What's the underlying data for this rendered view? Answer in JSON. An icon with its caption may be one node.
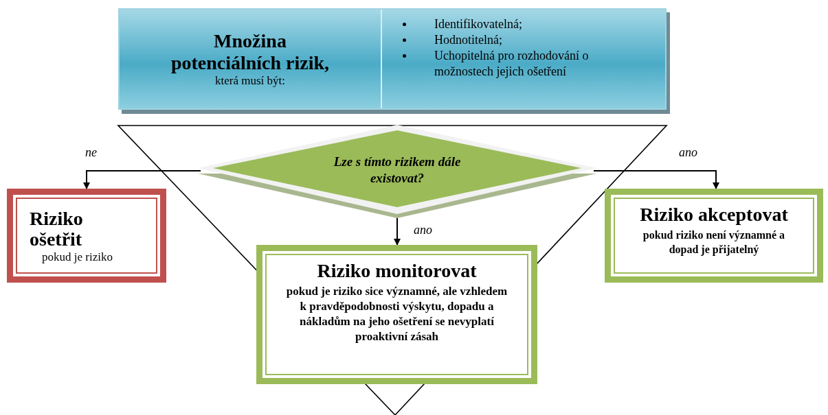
{
  "diagram": {
    "nodes": [
      {
        "text": [
          "Množina potenciálních rizik,",
          "která musí být:",
          "Identifikovatelná;",
          "Hodnotitelná;",
          "Uchopitelná pro rozhodování o možnostech jejich ošetření"
        ]
      },
      {
        "text": [
          "Lze s tímto rizikem dále existovat?"
        ]
      },
      {
        "text": [
          "Riziko ošetřit",
          "pokud je riziko"
        ]
      },
      {
        "text": [
          "Riziko monitorovat",
          "pokud je riziko sice významné, ale vzhledem k pravděpodobnosti výskytu, dopadu a nákladům na jeho ošetření se nevyplatí proaktivní zásah"
        ]
      },
      {
        "text": [
          "Riziko akceptovat",
          "pokud riziko není významné a dopad je přijatelný"
        ]
      }
    ],
    "edges": [
      {
        "from": 1,
        "to": 2,
        "arrow": "to",
        "label": "ne"
      },
      {
        "from": 1,
        "to": 4,
        "arrow": "to",
        "label": "ano"
      },
      {
        "from": 1,
        "to": 3,
        "arrow": "to",
        "label": "ano"
      }
    ]
  }
}
